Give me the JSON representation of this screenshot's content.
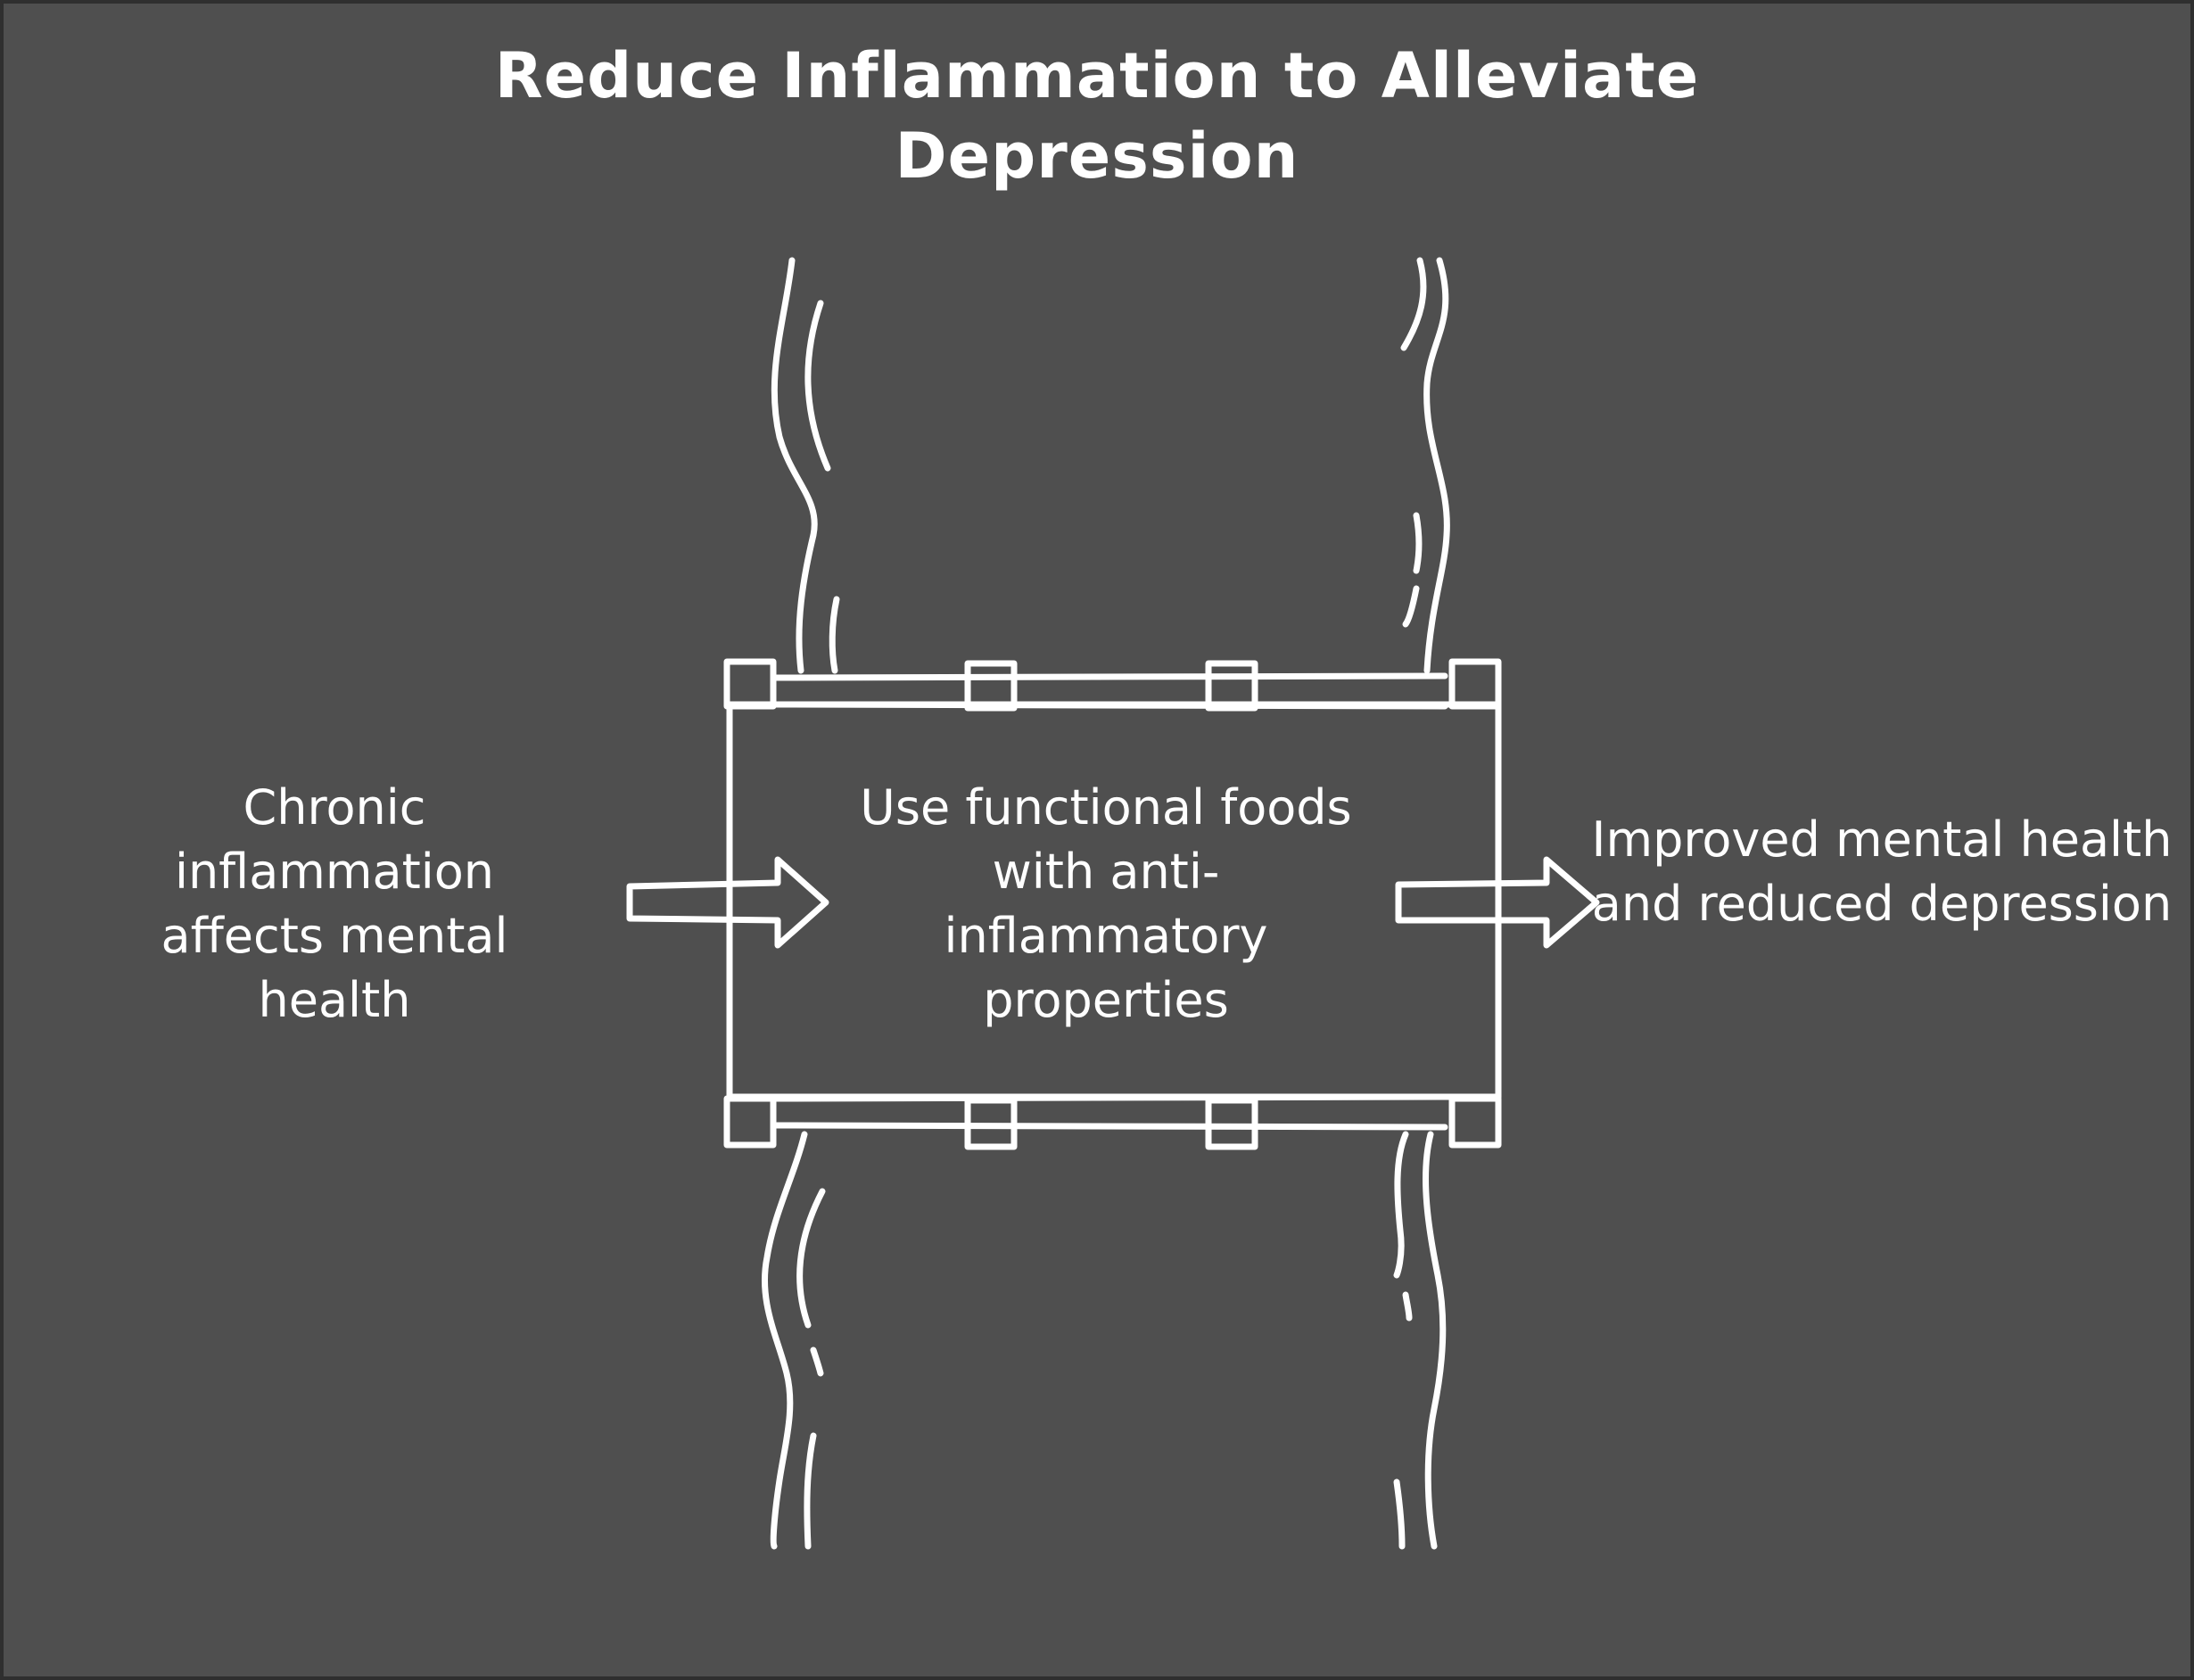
{
  "title": "Reduce Inflammation to Alleviate Depression",
  "input": {
    "label": "Chronic inflammation affects mental health"
  },
  "process": {
    "label": "Use functional foods with anti-inflammatory properties"
  },
  "output": {
    "label": "Improved mental health and reduced depression"
  },
  "colors": {
    "background": "#4f4f4f",
    "stroke": "#ffffff",
    "border": "#2f2f2f"
  }
}
